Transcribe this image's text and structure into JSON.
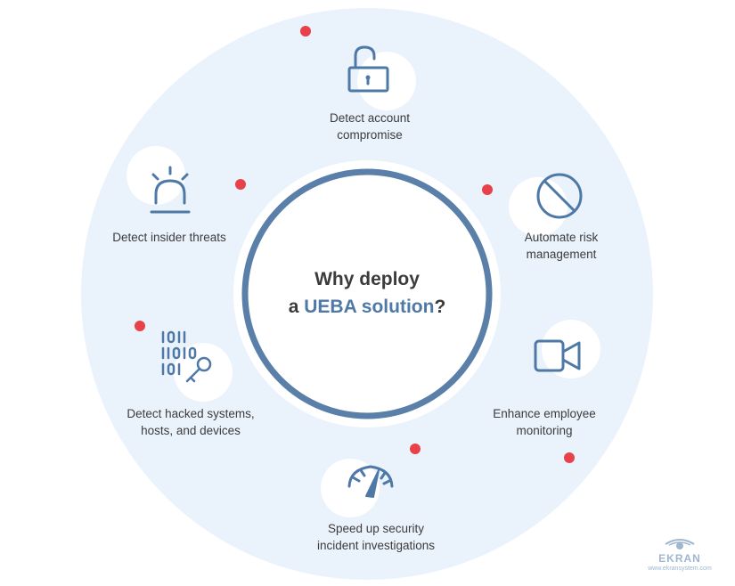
{
  "center": {
    "line1": "Why deploy",
    "line2_prefix": "a ",
    "line2_accent": "UEBA solution",
    "line2_suffix": "?"
  },
  "items": [
    {
      "icon": "lock-icon",
      "line1": "Detect account",
      "line2": "compromise"
    },
    {
      "icon": "blocked-circle-icon",
      "line1": "Automate risk",
      "line2": "management"
    },
    {
      "icon": "video-camera-icon",
      "line1": "Enhance employee",
      "line2": "monitoring"
    },
    {
      "icon": "speedometer-icon",
      "line1": "Speed up security",
      "line2": "incident investigations"
    },
    {
      "icon": "binary-key-icon",
      "line1": "Detect hacked systems,",
      "line2": "hosts, and devices"
    },
    {
      "icon": "alarm-light-icon",
      "line1": "Detect insider threats",
      "line2": ""
    }
  ],
  "brand": {
    "name": "EKRAN",
    "url": "www.ekransystem.com"
  },
  "colors": {
    "accent": "#4e79a7",
    "ring": "#5a7fa8",
    "outer_disc": "#eaf2fb",
    "dot": "#e8414a",
    "text": "#3c3c3c"
  }
}
